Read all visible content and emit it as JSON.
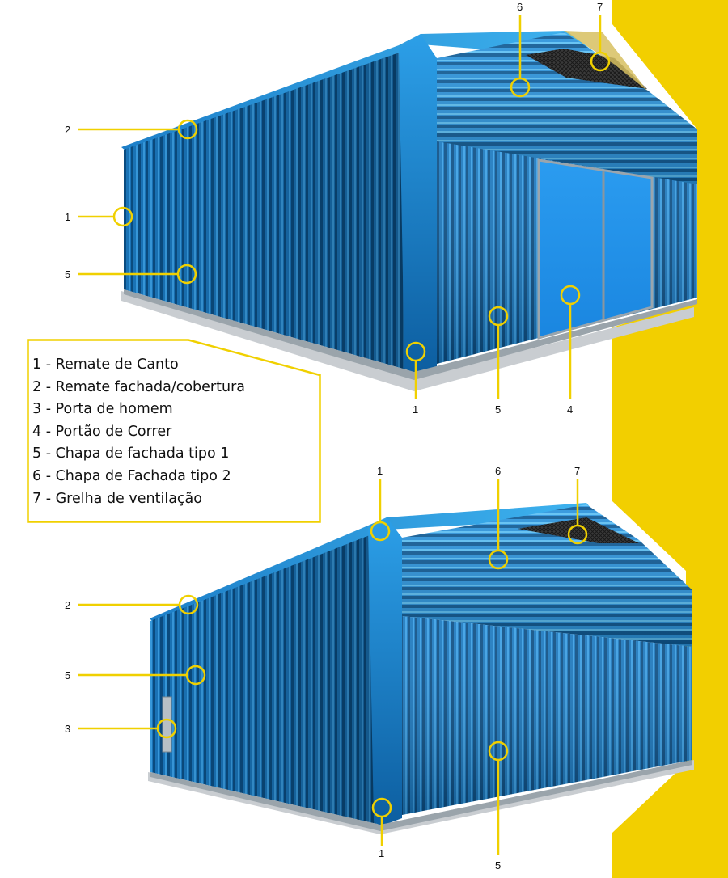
{
  "colors": {
    "accent_yellow": "#f2cf00",
    "marker_yellow": "#f0d000",
    "wall_blue_dark": "#0f5f9c",
    "wall_blue_mid": "#1a7cc4",
    "wall_blue_light": "#2fa2ea",
    "gate_blue": "#2196f3",
    "vent_dark": "#333333"
  },
  "legend": {
    "items": [
      {
        "label": "1 - Remate de Canto"
      },
      {
        "label": "2 - Remate fachada/cobertura"
      },
      {
        "label": "3 - Porta de homem"
      },
      {
        "label": "4 - Portão de Correr"
      },
      {
        "label": "5 - Chapa de fachada tipo 1"
      },
      {
        "label": "6 - Chapa de Fachada tipo 2"
      },
      {
        "label": "7 - Grelha de ventilação"
      }
    ]
  },
  "top_building": {
    "callouts": [
      {
        "n": "2",
        "icon": "circle-marker"
      },
      {
        "n": "1",
        "icon": "circle-marker"
      },
      {
        "n": "5",
        "icon": "circle-marker"
      },
      {
        "n": "6",
        "icon": "circle-marker"
      },
      {
        "n": "7",
        "icon": "circle-marker"
      },
      {
        "n": "1",
        "icon": "circle-marker"
      },
      {
        "n": "5",
        "icon": "circle-marker"
      },
      {
        "n": "4",
        "icon": "circle-marker"
      }
    ]
  },
  "bottom_building": {
    "callouts": [
      {
        "n": "1",
        "icon": "circle-marker"
      },
      {
        "n": "6",
        "icon": "circle-marker"
      },
      {
        "n": "7",
        "icon": "circle-marker"
      },
      {
        "n": "2",
        "icon": "circle-marker"
      },
      {
        "n": "5",
        "icon": "circle-marker"
      },
      {
        "n": "3",
        "icon": "circle-marker"
      },
      {
        "n": "1",
        "icon": "circle-marker"
      },
      {
        "n": "5",
        "icon": "circle-marker"
      }
    ]
  }
}
